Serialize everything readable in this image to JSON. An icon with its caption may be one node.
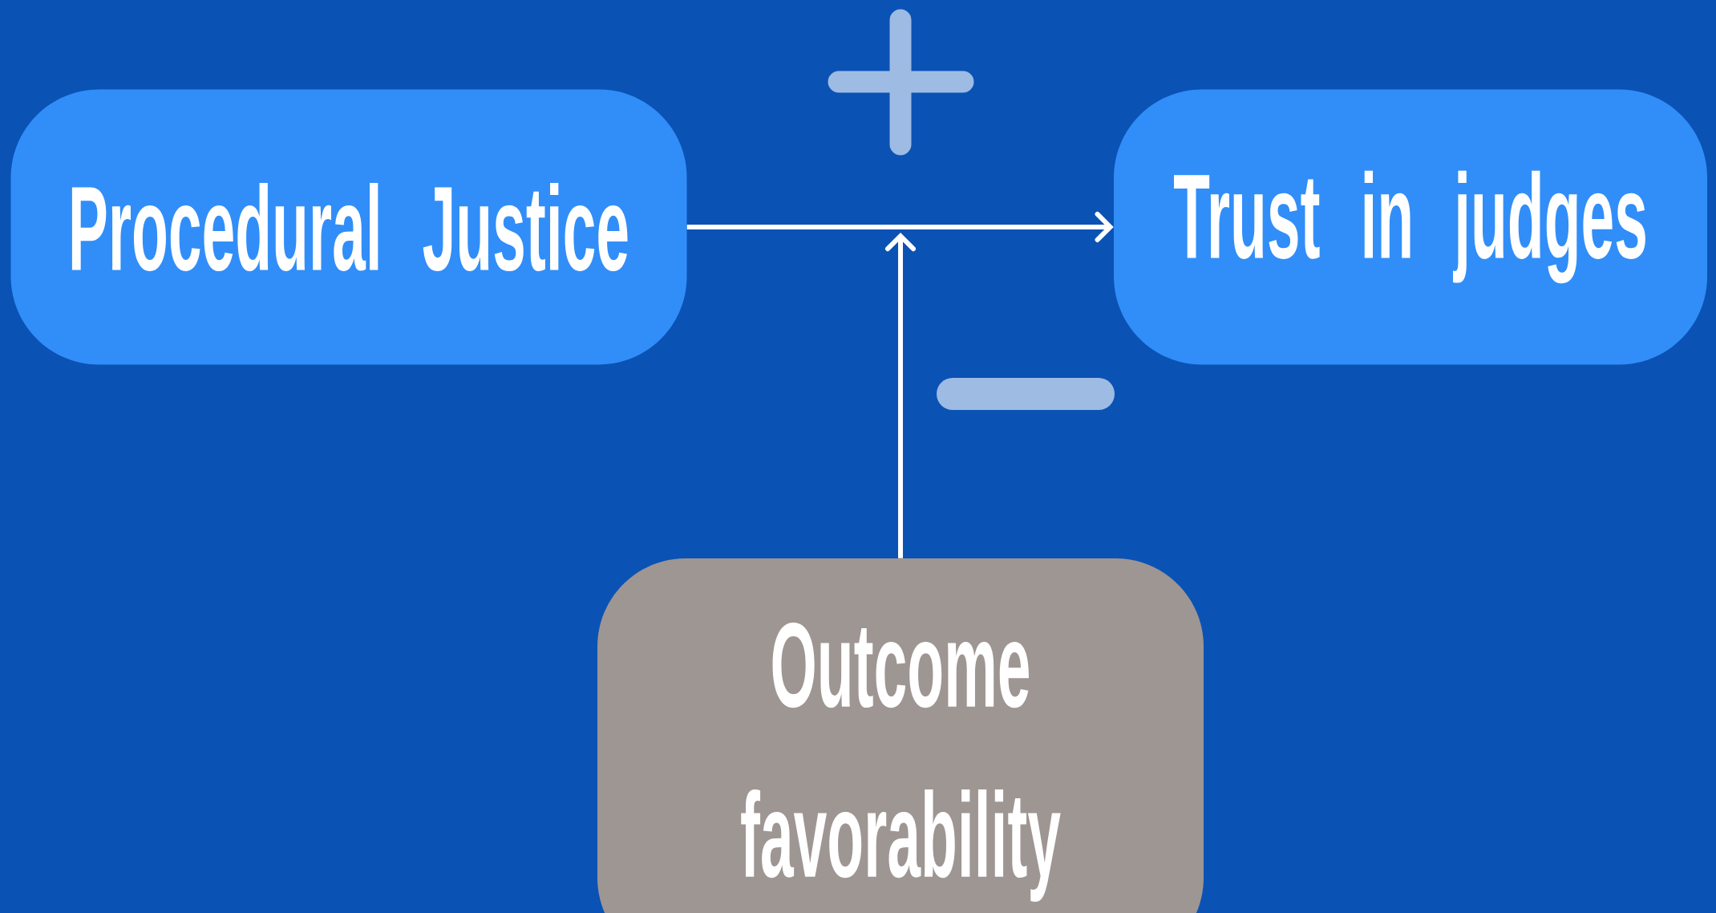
{
  "diagram": {
    "nodes": [
      {
        "text": [
          "Procedural Justice"
        ]
      },
      {
        "text": [
          "Trust in judges"
        ]
      },
      {
        "text": [
          "Outcome favorability"
        ]
      }
    ],
    "edges": [
      {
        "from": 0,
        "to": 1,
        "arrow": "to"
      },
      {
        "from": 2,
        "to": null,
        "arrow": "to"
      }
    ]
  }
}
